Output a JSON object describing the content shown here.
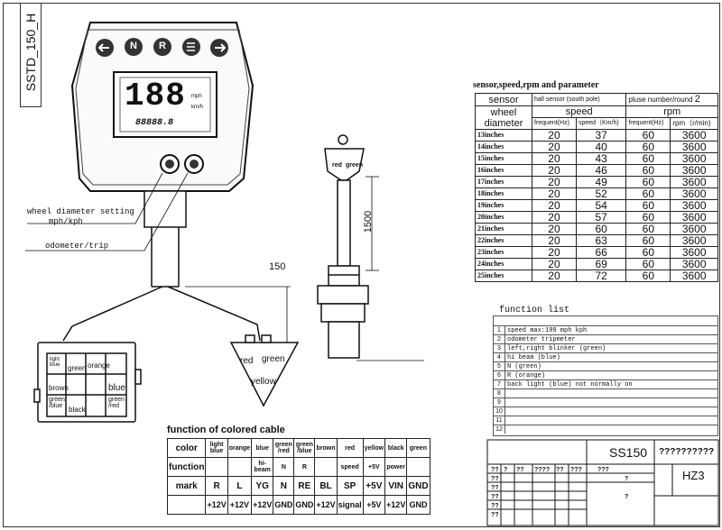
{
  "sidebar_code": "SSTD_150_H",
  "meter": {
    "buttons": [
      "N",
      "R"
    ],
    "speed_digits": "188",
    "unit_top": "mph",
    "unit_bottom": "km/h",
    "odometer_digits": "88888.8"
  },
  "labels": {
    "wheel_setting_line1": "wheel diameter setting",
    "wheel_setting_line2": "mph/kph",
    "odometer_trip": "odometer/trip",
    "dim_150": "150",
    "dim_1500": "1500",
    "connector_left": [
      "light blue",
      "orange",
      "green",
      "brown",
      "blue",
      "green /blue",
      "black",
      "green /red"
    ],
    "connector_right": [
      "red",
      "green",
      "yellow"
    ],
    "sensor_head": [
      "red",
      "green"
    ]
  },
  "spec": {
    "title": "sensor,speed,rpm and parameter",
    "sensor_label": "sensor",
    "sensor_type": "hall sensor (south pole)",
    "pulse_label": "pluse number/round",
    "pulse_value": "2",
    "wheel_diameter": "wheel diameter",
    "speed_header": "speed",
    "rpm_header": "rpm",
    "col_freq": "frequent(Hz)",
    "col_speed": "speed（Km/h)",
    "col_freq2": "frequent(Hz)",
    "col_rpm": "rpm（r/min)",
    "rows": [
      [
        "13inches",
        "20",
        "37",
        "60",
        "3600"
      ],
      [
        "14inches",
        "20",
        "40",
        "60",
        "3600"
      ],
      [
        "15inches",
        "20",
        "43",
        "60",
        "3600"
      ],
      [
        "16inches",
        "20",
        "46",
        "60",
        "3600"
      ],
      [
        "17inches",
        "20",
        "49",
        "60",
        "3600"
      ],
      [
        "18inches",
        "20",
        "52",
        "60",
        "3600"
      ],
      [
        "19inches",
        "20",
        "54",
        "60",
        "3600"
      ],
      [
        "20inches",
        "20",
        "57",
        "60",
        "3600"
      ],
      [
        "21inches",
        "20",
        "60",
        "60",
        "3600"
      ],
      [
        "22inches",
        "20",
        "63",
        "60",
        "3600"
      ],
      [
        "23inches",
        "20",
        "66",
        "60",
        "3600"
      ],
      [
        "24inches",
        "20",
        "69",
        "60",
        "3600"
      ],
      [
        "25inches",
        "20",
        "72",
        "60",
        "3600"
      ]
    ]
  },
  "function_list": {
    "title": "function list",
    "items": [
      "speed max:199  mph kph",
      "odometer tripmeter",
      "left,right blinker (green)",
      "hi beam (blue)",
      "N (green)",
      "R (orange)",
      "back light (blue)  not normally on",
      "",
      "",
      "",
      "",
      ""
    ]
  },
  "cable": {
    "title": "function  of colored cable",
    "row_labels": [
      "color",
      "function",
      "mark",
      ""
    ],
    "colors": [
      "light blue",
      "orange",
      "blue",
      "green /red",
      "green /blue",
      "brown",
      "red",
      "yellow",
      "black",
      "green"
    ],
    "functions": [
      "",
      "",
      "hi-beam",
      "N",
      "R",
      "",
      "speed",
      "+5V",
      "power",
      ""
    ],
    "marks": [
      "R",
      "L",
      "YG",
      "N",
      "RE",
      "BL",
      "SP",
      "+5V",
      "VIN",
      "GND"
    ],
    "volts": [
      "+12V",
      "+12V",
      "+12V",
      "GND",
      "GND",
      "+12V",
      "signal",
      "+5V",
      "+12V",
      "GND"
    ]
  },
  "title_block": {
    "model": "SS150",
    "name": "??????????",
    "code": "HZ3",
    "marks": [
      "??",
      "?",
      "??",
      "????",
      "??",
      "???",
      "???",
      "??",
      "??",
      "??",
      "??",
      "??",
      "?",
      "?"
    ]
  }
}
